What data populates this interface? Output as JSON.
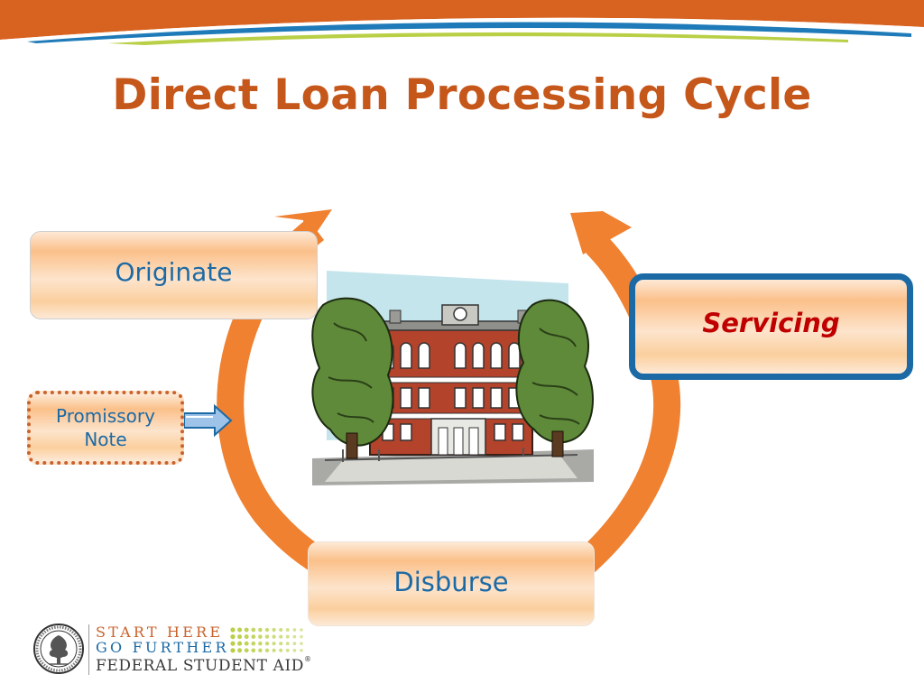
{
  "slide": {
    "title": "Direct Loan Processing Cycle"
  },
  "stages": {
    "originate": "Originate",
    "servicing": "Servicing",
    "disburse": "Disburse"
  },
  "promissory_note": {
    "line1": "Promissory",
    "line2": "Note"
  },
  "logo": {
    "line1": "START HERE",
    "line2": "GO FURTHER",
    "line3": "FEDERAL STUDENT AID",
    "registered": "®"
  },
  "colors": {
    "title": "#c6571b",
    "cycle_arrow": "#ef8131",
    "stage_text": "#1c6aa5",
    "servicing_text": "#c00000",
    "servicing_border": "#1c6aa5",
    "banner_orange": "#d8621f",
    "banner_blue": "#1e7ab8",
    "banner_green": "#b9cf45"
  },
  "icons": {
    "schoolhouse": "school-building-illustration",
    "seal": "department-of-education-seal",
    "connector": "right-arrow-icon"
  }
}
